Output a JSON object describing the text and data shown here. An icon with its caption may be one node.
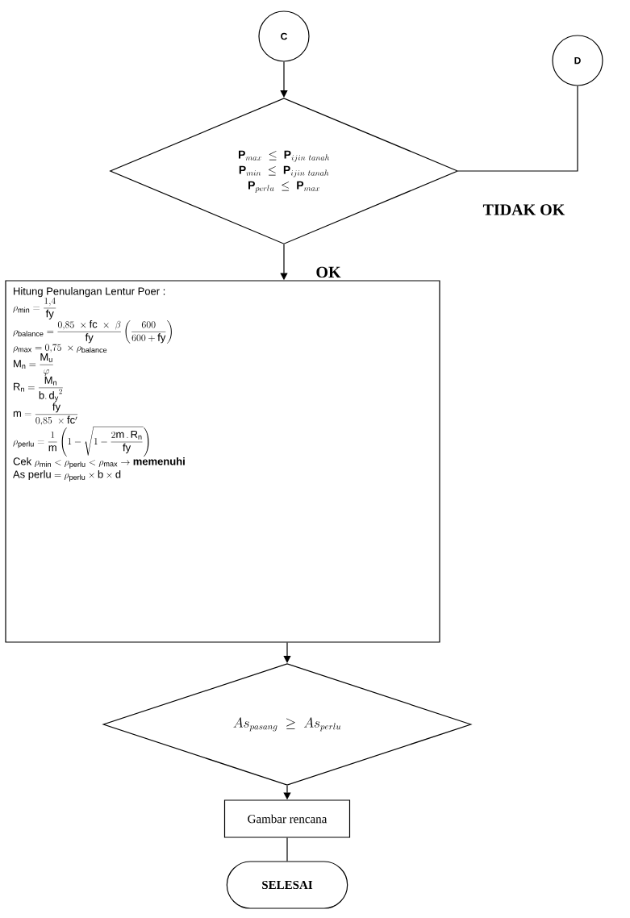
{
  "diagram": {
    "nodes": [
      {
        "text": [
          "C"
        ]
      },
      {
        "text": [
          "\\mathbf{P}_{max} \\ \\le\\ \\mathbf{P}_{ijin\\ tanah}",
          "\\mathbf{P}_{min} \\ \\le\\ \\mathbf{P}_{ijin\\ tanah}",
          "\\mathbf{P}_{perlu} \\ \\le\\ \\mathbf{P}_{max}"
        ]
      },
      {
        "text": [
          "D"
        ]
      },
      {
        "text": [
          "Hitung Penulangan Lentur Poer :",
          "\\rho_{\\mathrm{min}} = \\frac{1{,}4}{\\mathrm{fy}}",
          "\\rho_{\\mathrm{balance}} = \\frac{0{,}85\\ \\times \\mathrm{fc}\\ \\times\\ \\beta}{\\mathrm{fy}} \\left(\\frac{600}{600+\\mathrm{fy}}\\right)",
          "\\rho_{\\mathrm{max}} = 0{,}75\\ \\times \\rho_{\\mathrm{balance}}",
          "\\mathrm{M_n} = \\frac{\\mathrm{M_u}}{\\varphi}",
          "\\mathrm{R_n} = \\frac{\\mathrm{M_n}}{\\mathrm{b.\\,d_y}^2}",
          "\\mathrm{m} = \\frac{\\mathrm{fy}}{0{,}85\\ \\times \\mathrm{fc'}}",
          "\\rho_{\\mathrm{perlu}} = \\frac{1}{\\mathrm{m}}\\left(1-\\sqrt{1-\\frac{2\\mathrm{m}\\,.\\,\\mathrm{R_n}}{\\mathrm{fy}}}\\right)",
          "\\text{Cek } \\rho_{\\mathrm{min}} < \\rho_{\\mathrm{perlu}} < \\rho_{\\mathrm{max}} \\rightarrow \\textbf{memenuhi}",
          "\\text{As perlu} = \\rho_{\\mathrm{perlu}} \\times \\mathrm{b} \\times \\mathrm{d}"
        ]
      },
      {
        "text": [
          "As_{pasang} \\ \\ge\\ As_{perlu}"
        ]
      },
      {
        "text": [
          "Gambar rencana"
        ]
      },
      {
        "text": [
          "SELESAI"
        ]
      }
    ],
    "edges": [
      {
        "from": 0,
        "to": 1,
        "arrow": "to"
      },
      {
        "from": 1,
        "to": 2,
        "arrow": "none",
        "label": "TIDAK OK"
      },
      {
        "from": 1,
        "to": 3,
        "arrow": "to",
        "label": "OK"
      },
      {
        "from": 3,
        "to": 4,
        "arrow": "to"
      },
      {
        "from": 4,
        "to": 5,
        "arrow": "to"
      },
      {
        "from": 5,
        "to": 6,
        "arrow": "none"
      }
    ]
  }
}
